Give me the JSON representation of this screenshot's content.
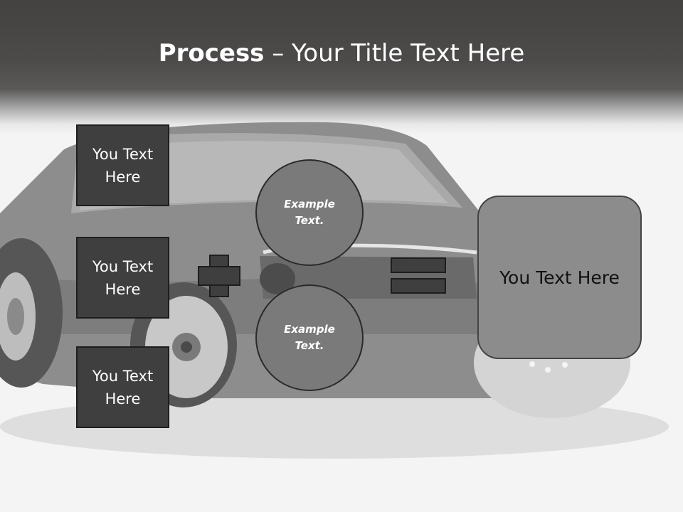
{
  "slide": {
    "title_strong": "Process",
    "title_rest": " – Your Title Text Here"
  },
  "inputs": [
    {
      "label": "You Text Here"
    },
    {
      "label": "You Text Here"
    },
    {
      "label": "You Text Here"
    }
  ],
  "circles": [
    {
      "label": "Example Text."
    },
    {
      "label": "Example Text."
    }
  ],
  "result": {
    "label": "You Text Here"
  },
  "colors": {
    "header": "#434241",
    "box_fill": "#3f3f3f",
    "circle_fill": "#7a7a7a",
    "result_fill": "#8c8c8c"
  }
}
